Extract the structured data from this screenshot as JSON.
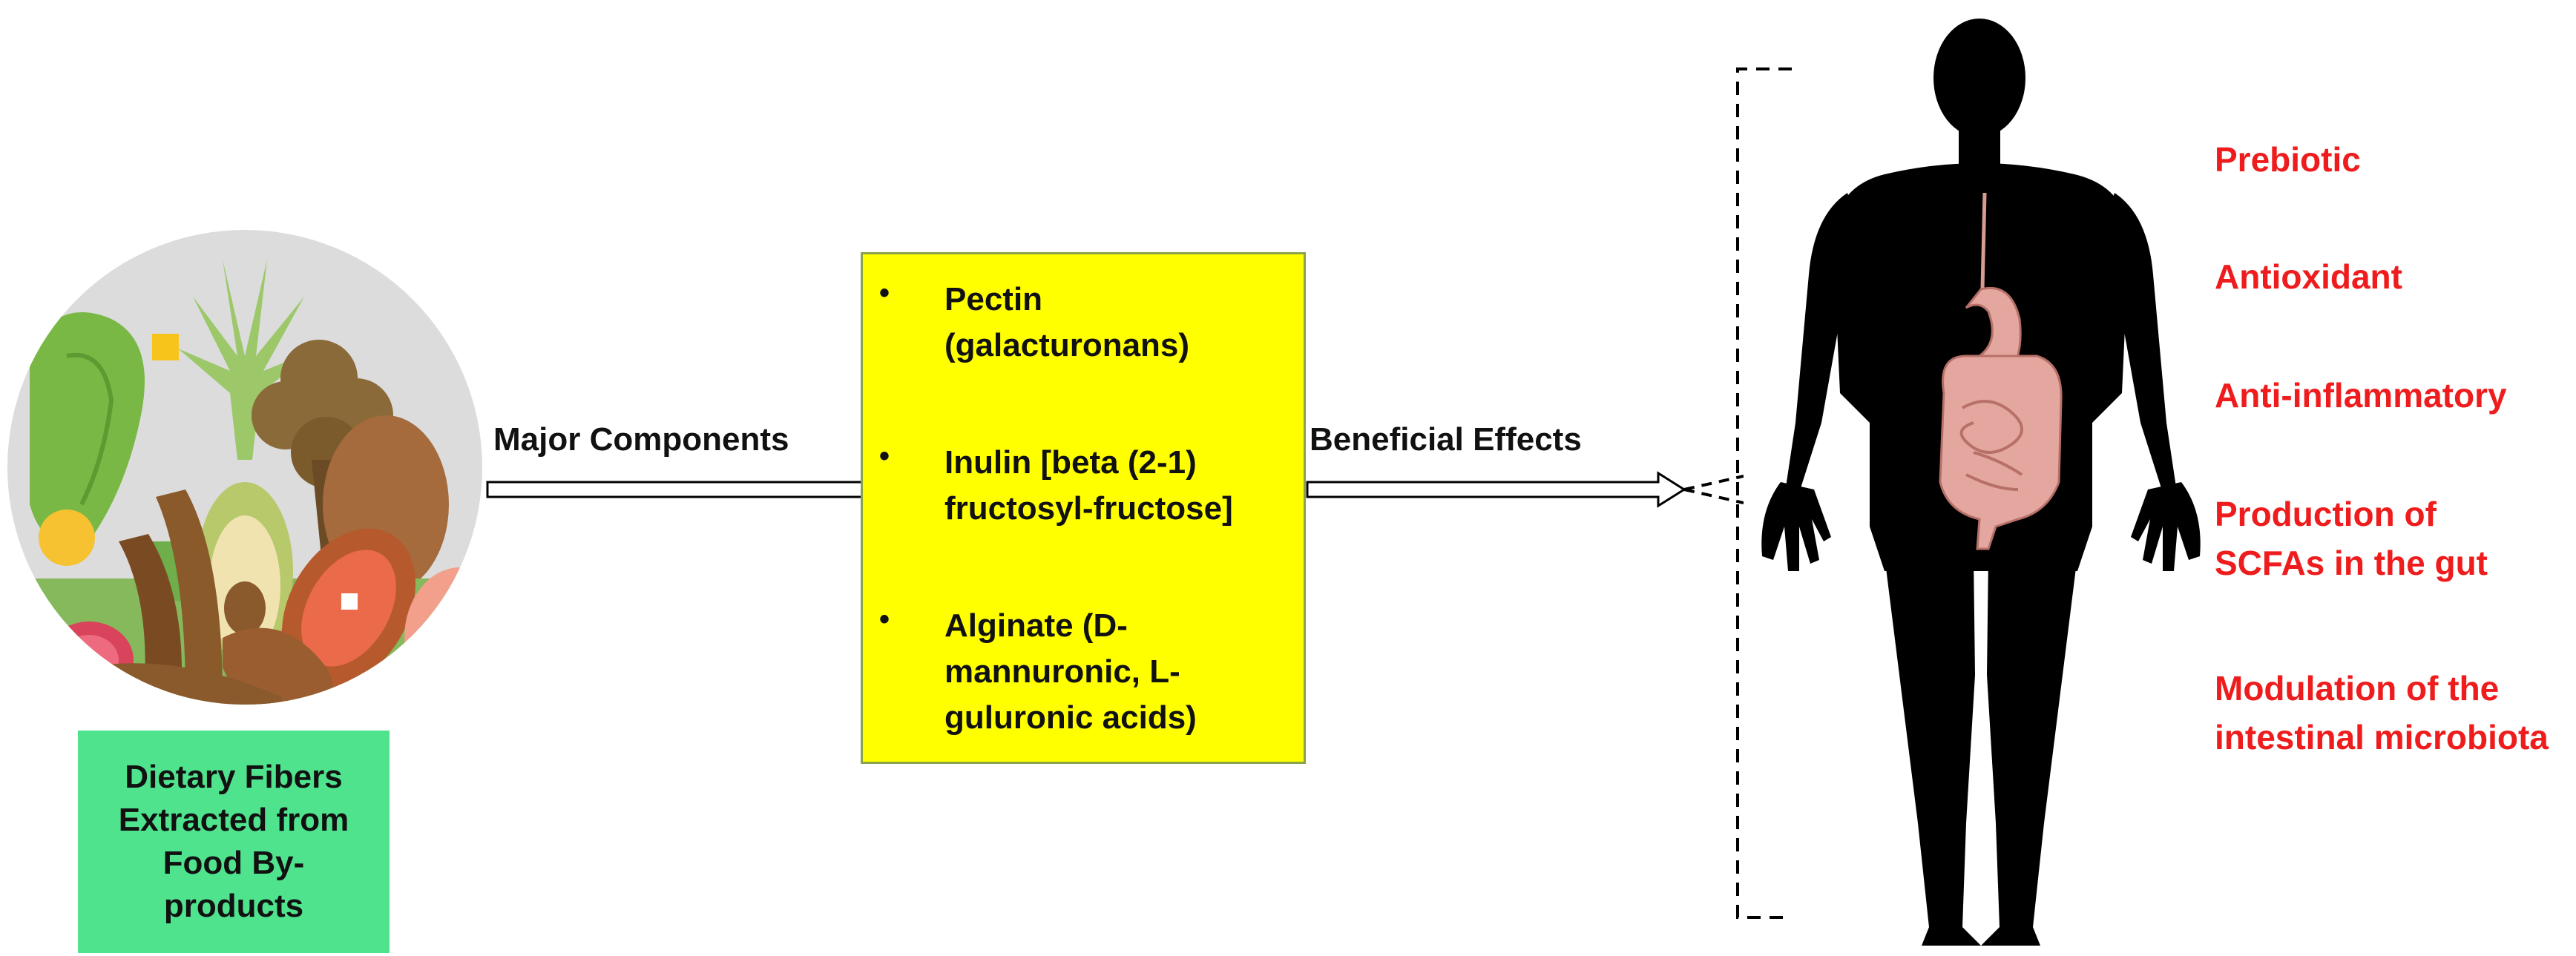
{
  "source": {
    "label": "Dietary Fibers Extracted from Food By-products"
  },
  "arrows": {
    "major_label": "Major Components",
    "beneficial_label": "Beneficial Effects"
  },
  "components": {
    "bullet": "•",
    "items": [
      "Pectin (galacturonans)",
      "Inulin [beta (2-1) fructosyl-fructose]",
      "Alginate (D-mannuronic, L-guluronic acids)"
    ]
  },
  "effects": [
    "Prebiotic",
    "Antioxidant",
    "Anti-inflammatory",
    "Production of SCFAs in the gut",
    "Modulation of the intestinal microbiota"
  ],
  "colors": {
    "source_box": "#4fe38e",
    "components_box": "#ffff00",
    "effects_text": "#ee1c1c",
    "body_silhouette": "#000000",
    "gut_organs": "#e3a7a0"
  },
  "icons": {
    "food": "food-by-products-illustration",
    "body": "human-body-silhouette-icon",
    "gut": "digestive-system-icon"
  }
}
